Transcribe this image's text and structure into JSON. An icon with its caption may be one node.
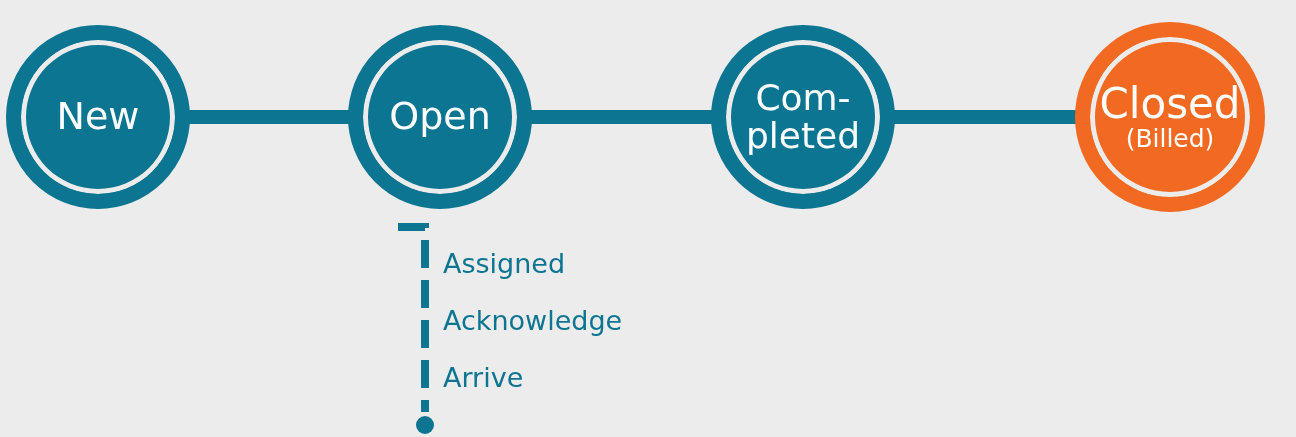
{
  "diagram": {
    "nodes": [
      {
        "text": [
          "New"
        ]
      },
      {
        "text": [
          "Open"
        ]
      },
      {
        "text": [
          "Com- pleted"
        ]
      },
      {
        "text": [
          "Closed",
          "(Billed)"
        ]
      }
    ],
    "edges": [
      {
        "from": 0,
        "to": 1,
        "arrow": "none"
      },
      {
        "from": 1,
        "to": 2,
        "arrow": "none"
      },
      {
        "from": 2,
        "to": 3,
        "arrow": "none"
      }
    ],
    "labels": [
      "Assigned",
      "Acknowledge",
      "Arrive"
    ]
  }
}
